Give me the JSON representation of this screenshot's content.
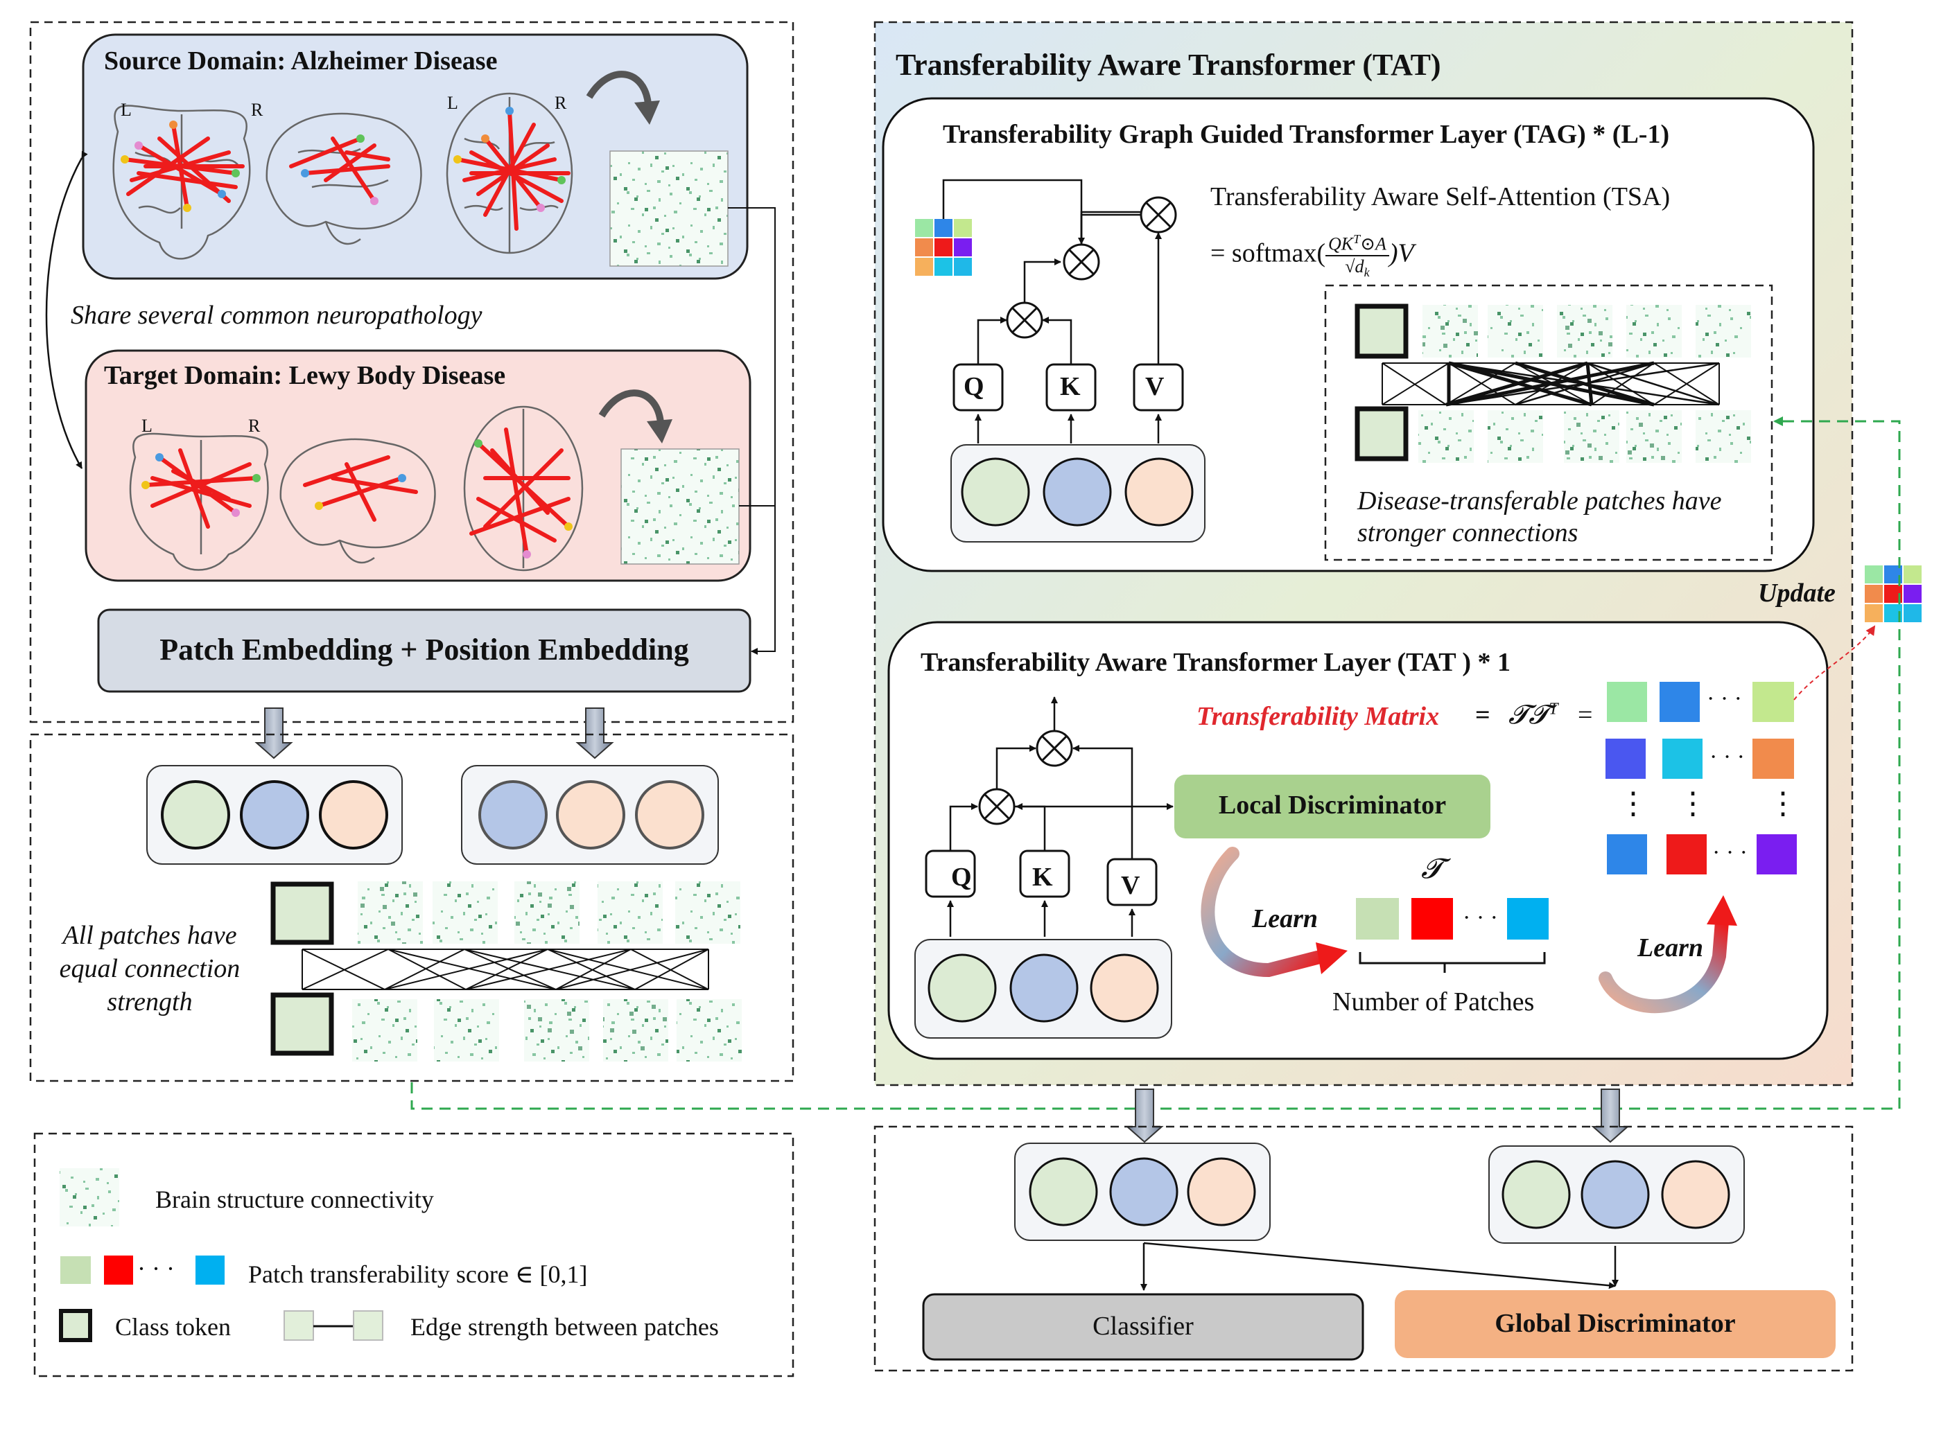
{
  "source": {
    "title": "Source Domain: Alzheimer Disease",
    "left": "L",
    "right": "R"
  },
  "share_text": "Share several common neuropathology",
  "target": {
    "title": "Target Domain: Lewy Body Disease",
    "left": "L",
    "right": "R"
  },
  "patch_embed": "Patch Embedding + Position Embedding",
  "equal_text": [
    "All patches have",
    "equal connection",
    "strength"
  ],
  "legend": {
    "connectivity": "Brain structure connectivity",
    "score": "Patch transferability score ∈ [0,1]",
    "class_token": "Class token",
    "edge": "Edge strength between patches",
    "dots": "· · ·"
  },
  "tat": {
    "title": "Transferability Aware Transformer (TAT)"
  },
  "tag": {
    "title": "Transferability Graph Guided Transformer Layer (TAG)  * (L-1)",
    "tsa_title": "Transferability Aware Self-Attention (TSA)",
    "tsa_eq_prefix": "= softmax(",
    "tsa_num": "QK",
    "tsa_sup": "T",
    "tsa_odot": "⊙A",
    "tsa_den": "√d",
    "tsa_sub": "k",
    "tsa_suffix": ")V",
    "stronger": [
      "Disease-transferable patches have",
      "stronger connections"
    ]
  },
  "qkv": {
    "q": "Q",
    "k": "K",
    "v": "V",
    "mul": "⊗"
  },
  "update": "Update",
  "tat1": {
    "title": "Transferability Aware Transformer Layer (TAT ) * 1",
    "matrix_label": "Transferability Matrix",
    "matrix_eq": "=",
    "matrix_rhs": "𝓣𝓣",
    "matrix_sup": "T",
    "matrix_eq2": "=",
    "local_disc": "Local Discriminator",
    "learn": "Learn",
    "t_symbol": "𝓣",
    "num_patches": "Number of Patches",
    "dots": "· · ·",
    "vdots": "⋮"
  },
  "classifier": "Classifier",
  "global_disc": "Global Discriminator",
  "colors": {
    "source_bg": "#dbe4f3",
    "target_bg": "#fadfdc",
    "green_token": "#dcebd3",
    "blue_token": "#b4c6e7",
    "peach_token": "#fbe0ce",
    "local_disc": "#a9d18e",
    "global_disc": "#f4b183",
    "classifier": "#c9c9c9",
    "red_label": "#e0282e",
    "dashed_green": "#2fa84f"
  }
}
